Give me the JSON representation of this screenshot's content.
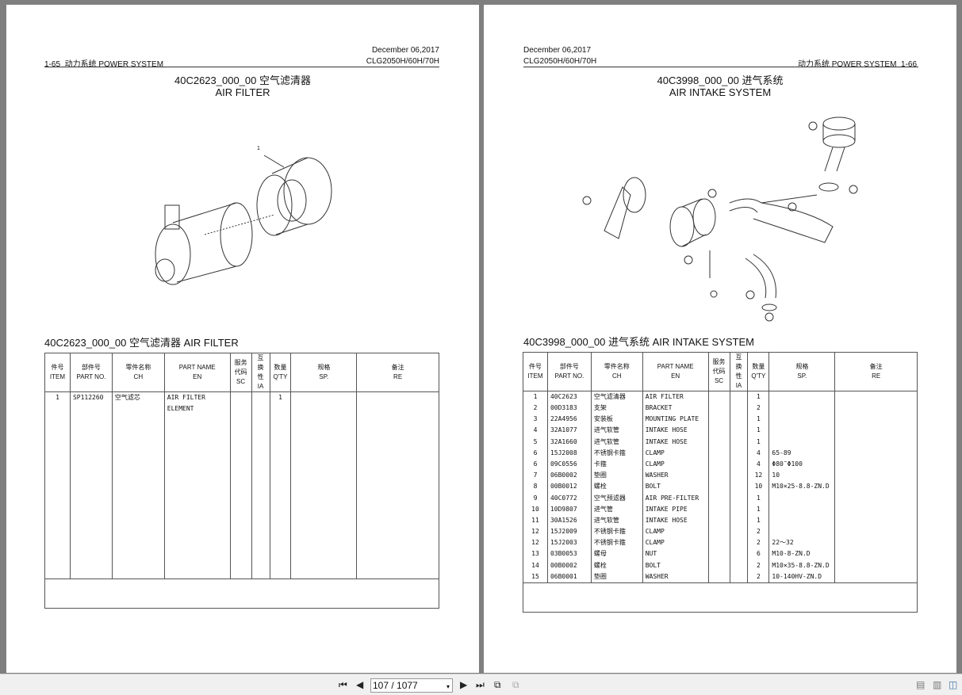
{
  "left_page": {
    "date": "December 06,2017",
    "page_ref": "1-65",
    "section": "动力系统  POWER SYSTEM",
    "model": "CLG2050H/60H/70H",
    "title_cn": "40C2623_000_00  空气滤清器",
    "title_en": "AIR FILTER",
    "table_title": "40C2623_000_00  空气滤清器  AIR FILTER",
    "callouts": [
      "1"
    ],
    "rows": [
      [
        "1",
        "SP112260",
        "空气滤芯",
        "AIR FILTER ELEMENT",
        "",
        "",
        "1",
        "",
        ""
      ]
    ]
  },
  "right_page": {
    "date": "December 06,2017",
    "page_ref": "1-66",
    "section": "动力系统  POWER SYSTEM",
    "model": "CLG2050H/60H/70H",
    "title_cn": "40C3998_000_00  进气系统",
    "title_en": "AIR INTAKE SYSTEM",
    "table_title": "40C3998_000_00  进气系统  AIR INTAKE SYSTEM",
    "rows": [
      [
        "1",
        "40C2623",
        "空气滤清器",
        "AIR FILTER",
        "",
        "",
        "1",
        "",
        ""
      ],
      [
        "2",
        "00D3183",
        "支架",
        "BRACKET",
        "",
        "",
        "2",
        "",
        ""
      ],
      [
        "3",
        "22A4956",
        "安装板",
        "MOUNTING PLATE",
        "",
        "",
        "1",
        "",
        ""
      ],
      [
        "4",
        "32A1077",
        "进气软管",
        "INTAKE HOSE",
        "",
        "",
        "1",
        "",
        ""
      ],
      [
        "5",
        "32A1660",
        "进气软管",
        "INTAKE HOSE",
        "",
        "",
        "1",
        "",
        ""
      ],
      [
        "6",
        "15J2008",
        "不锈钢卡箍",
        "CLAMP",
        "",
        "",
        "4",
        "65-89",
        ""
      ],
      [
        "6",
        "09C0556",
        "卡箍",
        "CLAMP",
        "",
        "",
        "4",
        "Φ80˜Φ100",
        ""
      ],
      [
        "7",
        "06B0002",
        "垫圈",
        "WASHER",
        "",
        "",
        "12",
        "10",
        ""
      ],
      [
        "8",
        "00B0012",
        "螺栓",
        "BOLT",
        "",
        "",
        "10",
        "M10×25-8.8-ZN.D",
        ""
      ],
      [
        "9",
        "40C0772",
        "空气预滤器",
        "AIR PRE-FILTER",
        "",
        "",
        "1",
        "",
        ""
      ],
      [
        "10",
        "10D9807",
        "进气管",
        "INTAKE PIPE",
        "",
        "",
        "1",
        "",
        ""
      ],
      [
        "11",
        "30A1526",
        "进气软管",
        "INTAKE HOSE",
        "",
        "",
        "1",
        "",
        ""
      ],
      [
        "12",
        "15J2009",
        "不锈钢卡箍",
        "CLAMP",
        "",
        "",
        "2",
        "",
        ""
      ],
      [
        "12",
        "15J2003",
        "不锈钢卡箍",
        "CLAMP",
        "",
        "",
        "2",
        "22～32",
        ""
      ],
      [
        "13",
        "03B0053",
        "螺母",
        "NUT",
        "",
        "",
        "6",
        "M10-8-ZN.D",
        ""
      ],
      [
        "14",
        "00B0002",
        "螺栓",
        "BOLT",
        "",
        "",
        "2",
        "M10×35-8.8-ZN.D",
        ""
      ],
      [
        "15",
        "06B0001",
        "垫圈",
        "WASHER",
        "",
        "",
        "2",
        "10-140HV-ZN.D",
        ""
      ]
    ]
  },
  "table_headers": [
    [
      "件号",
      "ITEM"
    ],
    [
      "部件号",
      "PART NO."
    ],
    [
      "零件名称",
      "CH"
    ],
    [
      "PART NAME",
      "EN"
    ],
    [
      "服务",
      "代码",
      "SC"
    ],
    [
      "互",
      "换",
      "性",
      "IA"
    ],
    [
      "数量",
      "Q'TY"
    ],
    [
      "规格",
      "SP."
    ],
    [
      "备注",
      "RE"
    ]
  ],
  "toolbar": {
    "page_display": "107 / 1077"
  }
}
